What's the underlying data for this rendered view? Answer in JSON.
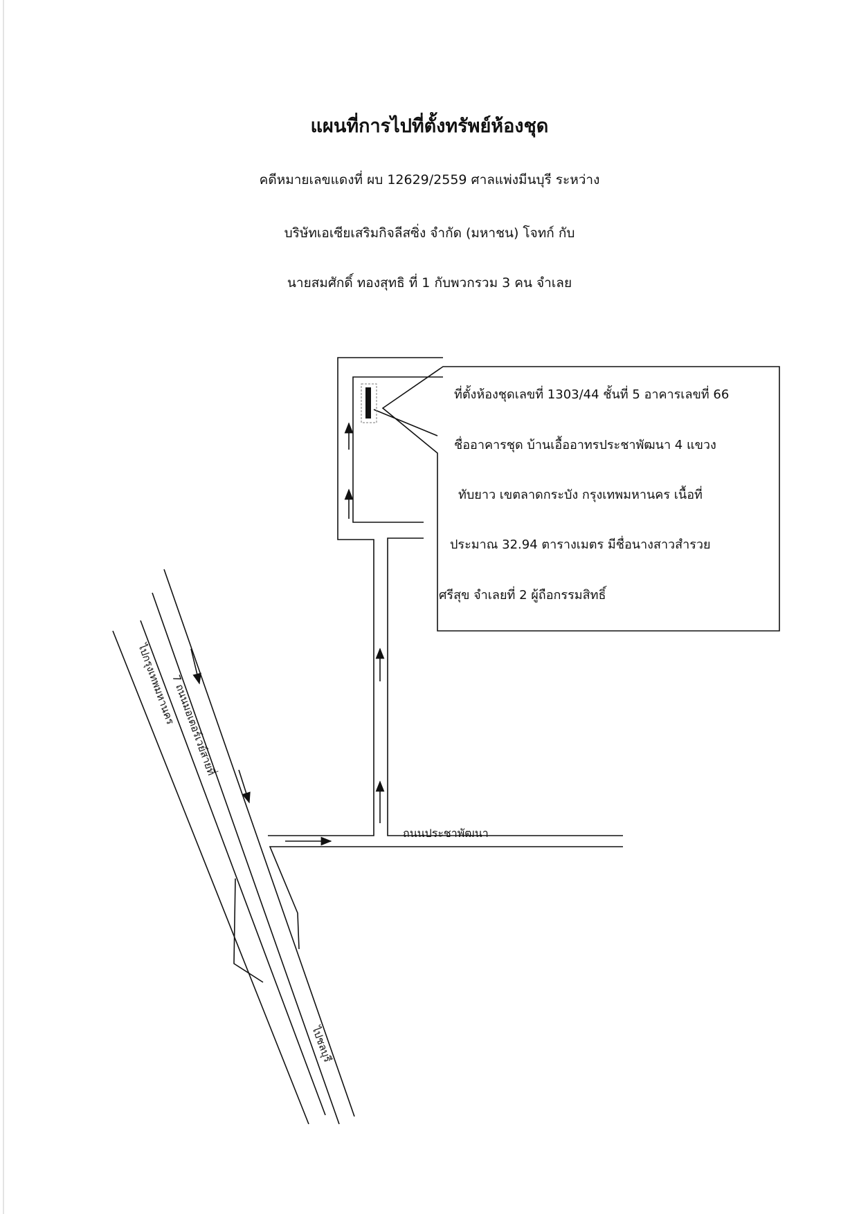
{
  "document": {
    "title": "แผนที่การไปที่ตั้งทรัพย์ห้องชุด",
    "lines": [
      "คดีหมายเลขแดงที่ ผบ 12629/2559 ศาลแพ่งมีนบุรี ระหว่าง",
      "บริษัทเอเซียเสริมกิจลีสซิ่ง จำกัด (มหาชน) โจทก์ กับ",
      "นายสมศักดิ์ ทองสุทธิ ที่ 1 กับพวกรวม 3 คน จำเลย"
    ]
  },
  "map": {
    "callout_lines": [
      "ที่ตั้งห้องชุดเลขที่ 1303/44 ชั้นที่ 5 อาคารเลขที่ 66",
      "ชื่ออาคารชุด บ้านเอื้ออาทรประชาพัฒนา 4 แขวง",
      "ทับยาว  เขตลาดกระบัง  กรุงเทพมหานคร  เนื้อที่",
      "ประมาณ 32.94 ตารางเมตร   มีชื่อนางสาวสำรวย",
      "ศรีสุข จำเลยที่ 2 ผู้ถือกรรมสิทธิ์"
    ],
    "road_labels": {
      "local_road": "ถนนประชาพัฒนา",
      "highway_line1": "ไปกรุงเทพมหานคร",
      "highway_line2": "7 ถนนมอเตอร์เวย์สายที่",
      "highway_dir_south": "ไปชลบุรี"
    },
    "icons": [
      "building-marker",
      "arrow-up",
      "arrow-right",
      "arrow-down"
    ]
  }
}
